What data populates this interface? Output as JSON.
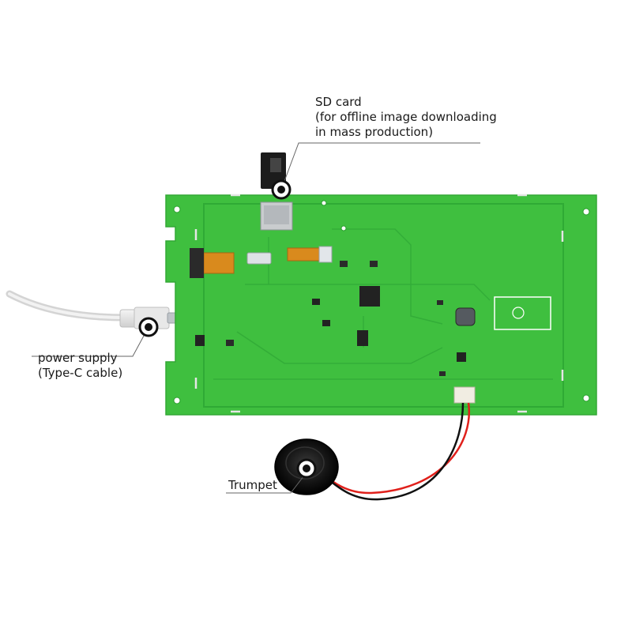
{
  "labels": {
    "sd_card": {
      "title": "SD card",
      "line1": "(for offline image downloading",
      "line2": "in mass production)"
    },
    "power_supply": {
      "title": "power supply",
      "line1": "(Type-C cable)"
    },
    "speaker": {
      "title": "Trumpet"
    }
  },
  "colors": {
    "pcb": "#3fbf3f",
    "pcb_trace": "#2faa35",
    "marker": "#111111",
    "cable": "#e0e0e0",
    "wire_red": "#e0201b",
    "wire_black": "#111111"
  }
}
